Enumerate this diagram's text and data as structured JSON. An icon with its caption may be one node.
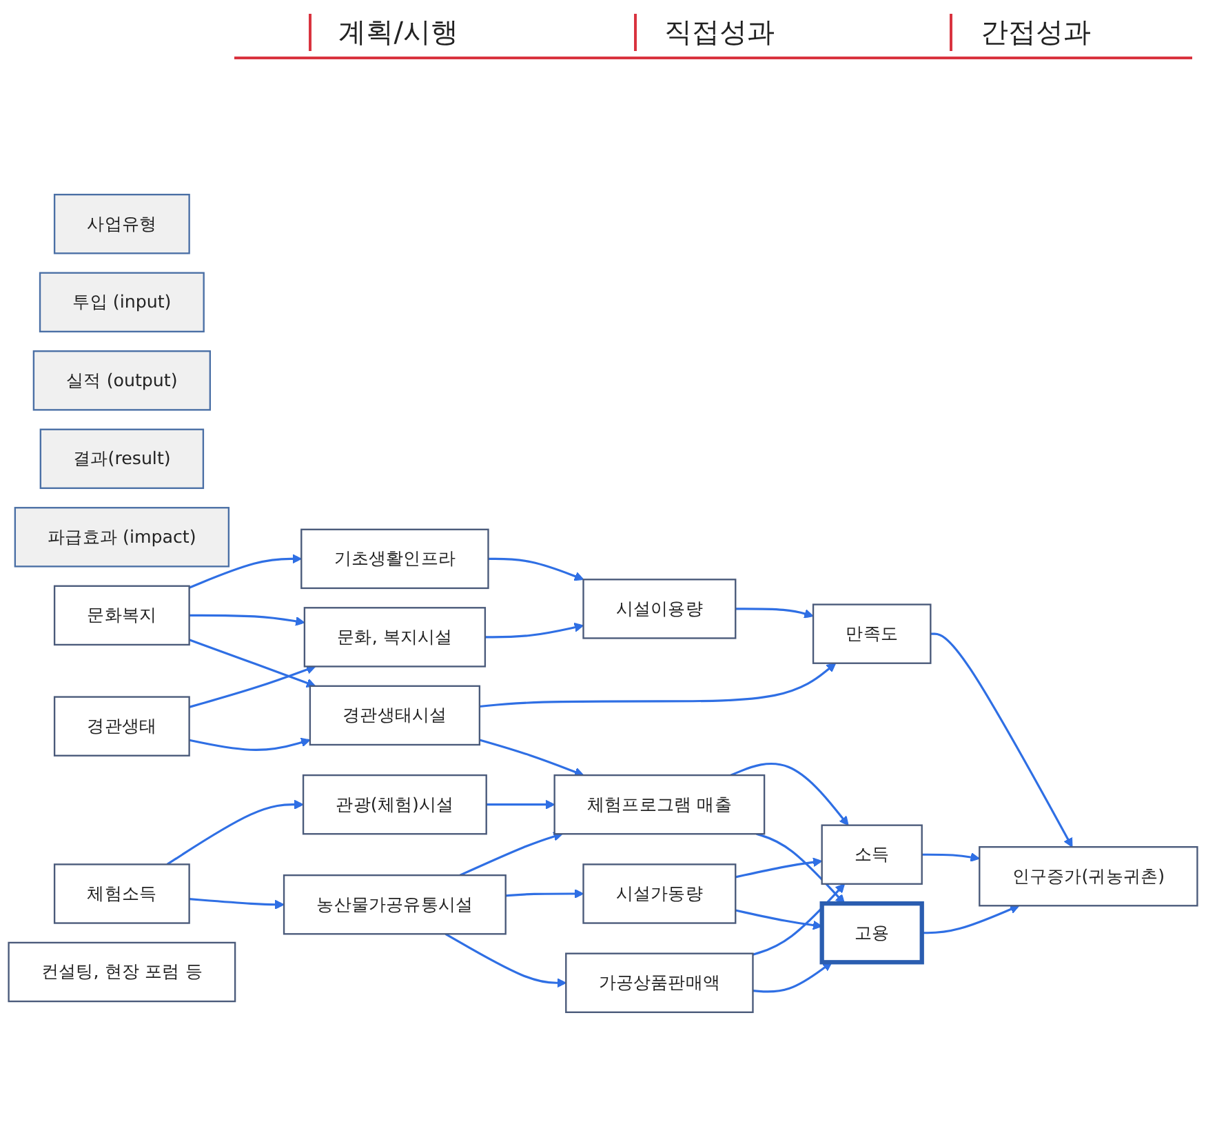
{
  "diagram": {
    "nodes": [
      {
        "text": [
          "사업유형"
        ]
      },
      {
        "text": [
          "투입 (input)"
        ]
      },
      {
        "text": [
          "실적 (output)"
        ]
      },
      {
        "text": [
          "결과(result)"
        ]
      },
      {
        "text": [
          "파급효과 (impact)"
        ]
      },
      {
        "text": [
          "문화복지"
        ]
      },
      {
        "text": [
          "경관생태"
        ]
      },
      {
        "text": [
          "체험소득"
        ]
      },
      {
        "text": [
          "기초생활인프라"
        ]
      },
      {
        "text": [
          "문화, 복지시설"
        ]
      },
      {
        "text": [
          "경관생태시설"
        ]
      },
      {
        "text": [
          "관광(체험)시설"
        ]
      },
      {
        "text": [
          "농산물가공유통시설"
        ]
      },
      {
        "text": [
          "컨설팅, 현장 포럼 등"
        ]
      },
      {
        "text": [
          "시설이용량"
        ]
      },
      {
        "text": [
          "체험프로그램 매출"
        ]
      },
      {
        "text": [
          "시설가동량"
        ]
      },
      {
        "text": [
          "가공상품판매액"
        ]
      },
      {
        "text": [
          "만족도"
        ]
      },
      {
        "text": [
          "소득"
        ]
      },
      {
        "text": [
          "고용"
        ]
      },
      {
        "text": [
          "인구증가(귀농귀촌)"
        ]
      }
    ],
    "edges": [
      {
        "from": 5,
        "to": 8,
        "arrow": "to"
      },
      {
        "from": 5,
        "to": 9,
        "arrow": "to"
      },
      {
        "from": 5,
        "to": 10,
        "arrow": "to"
      },
      {
        "from": 6,
        "to": 9,
        "arrow": "to"
      },
      {
        "from": 6,
        "to": 10,
        "arrow": "to"
      },
      {
        "from": 7,
        "to": 11,
        "arrow": "to"
      },
      {
        "from": 7,
        "to": 12,
        "arrow": "to"
      },
      {
        "from": 8,
        "to": 14,
        "arrow": "to"
      },
      {
        "from": 9,
        "to": 14,
        "arrow": "to"
      },
      {
        "from": 10,
        "to": 18,
        "arrow": "to"
      },
      {
        "from": 10,
        "to": 15,
        "arrow": "to"
      },
      {
        "from": 11,
        "to": 15,
        "arrow": "to"
      },
      {
        "from": 12,
        "to": 15,
        "arrow": "to"
      },
      {
        "from": 12,
        "to": 16,
        "arrow": "to"
      },
      {
        "from": 12,
        "to": 17,
        "arrow": "to"
      },
      {
        "from": 14,
        "to": 18,
        "arrow": "to"
      },
      {
        "from": 15,
        "to": 19,
        "arrow": "to"
      },
      {
        "from": 15,
        "to": 20,
        "arrow": "to"
      },
      {
        "from": 16,
        "to": 19,
        "arrow": "to"
      },
      {
        "from": 16,
        "to": 20,
        "arrow": "to"
      },
      {
        "from": 17,
        "to": 19,
        "arrow": "to"
      },
      {
        "from": 17,
        "to": 20,
        "arrow": "to"
      },
      {
        "from": 18,
        "to": 21,
        "arrow": "to"
      },
      {
        "from": 19,
        "to": 21,
        "arrow": "to"
      },
      {
        "from": 20,
        "to": 21,
        "arrow": "to"
      }
    ],
    "labels": [
      "계획/시행",
      "직접성과",
      "간접성과"
    ]
  }
}
